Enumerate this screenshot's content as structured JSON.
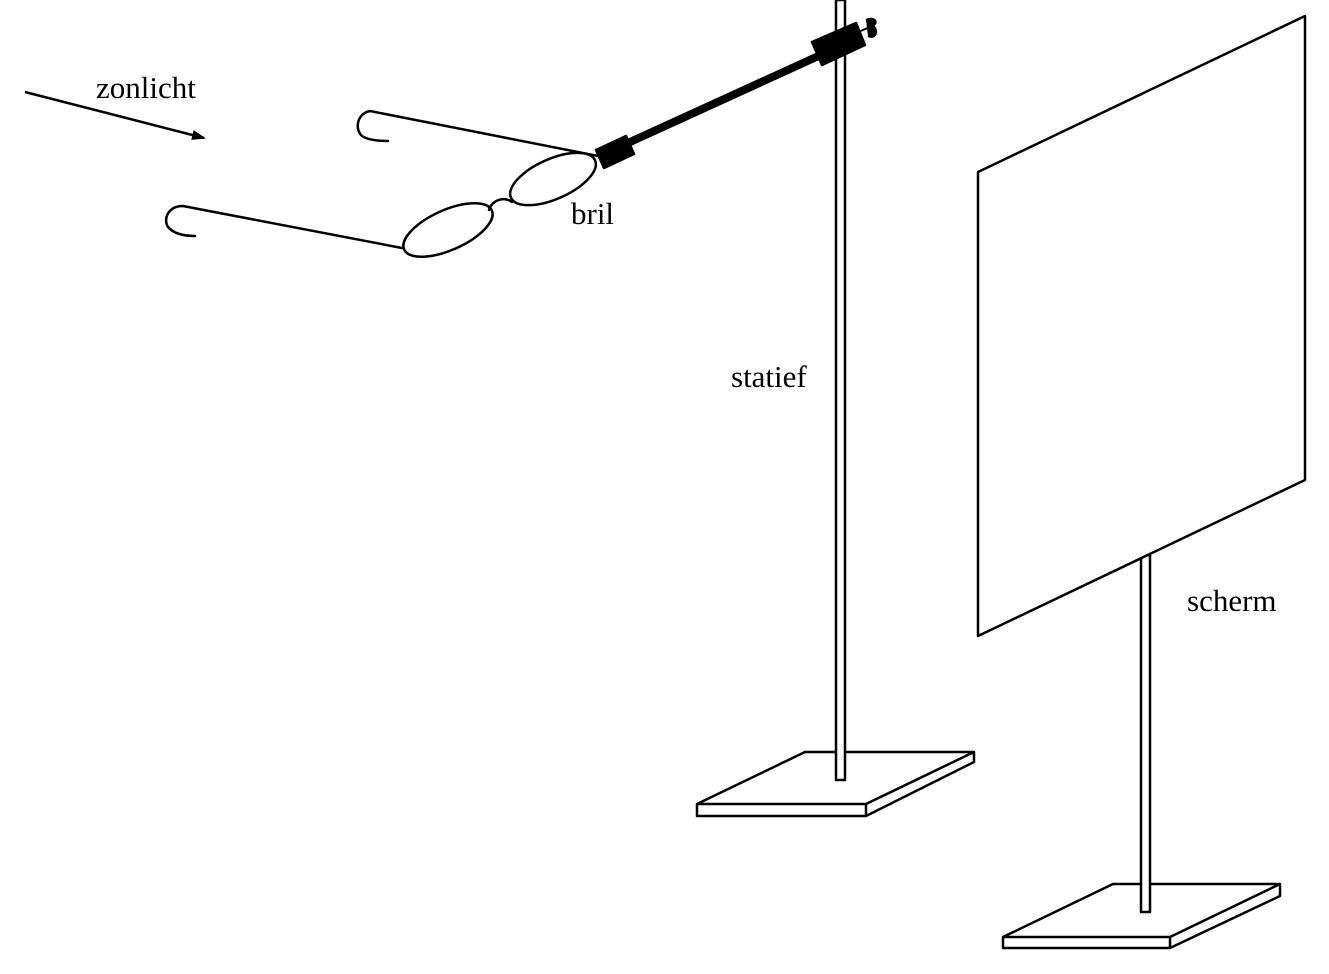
{
  "labels": {
    "sunlight": "zonlicht",
    "glasses": "bril",
    "stand": "statief",
    "screen": "scherm"
  },
  "colors": {
    "line": "#000000",
    "background": "#ffffff"
  }
}
